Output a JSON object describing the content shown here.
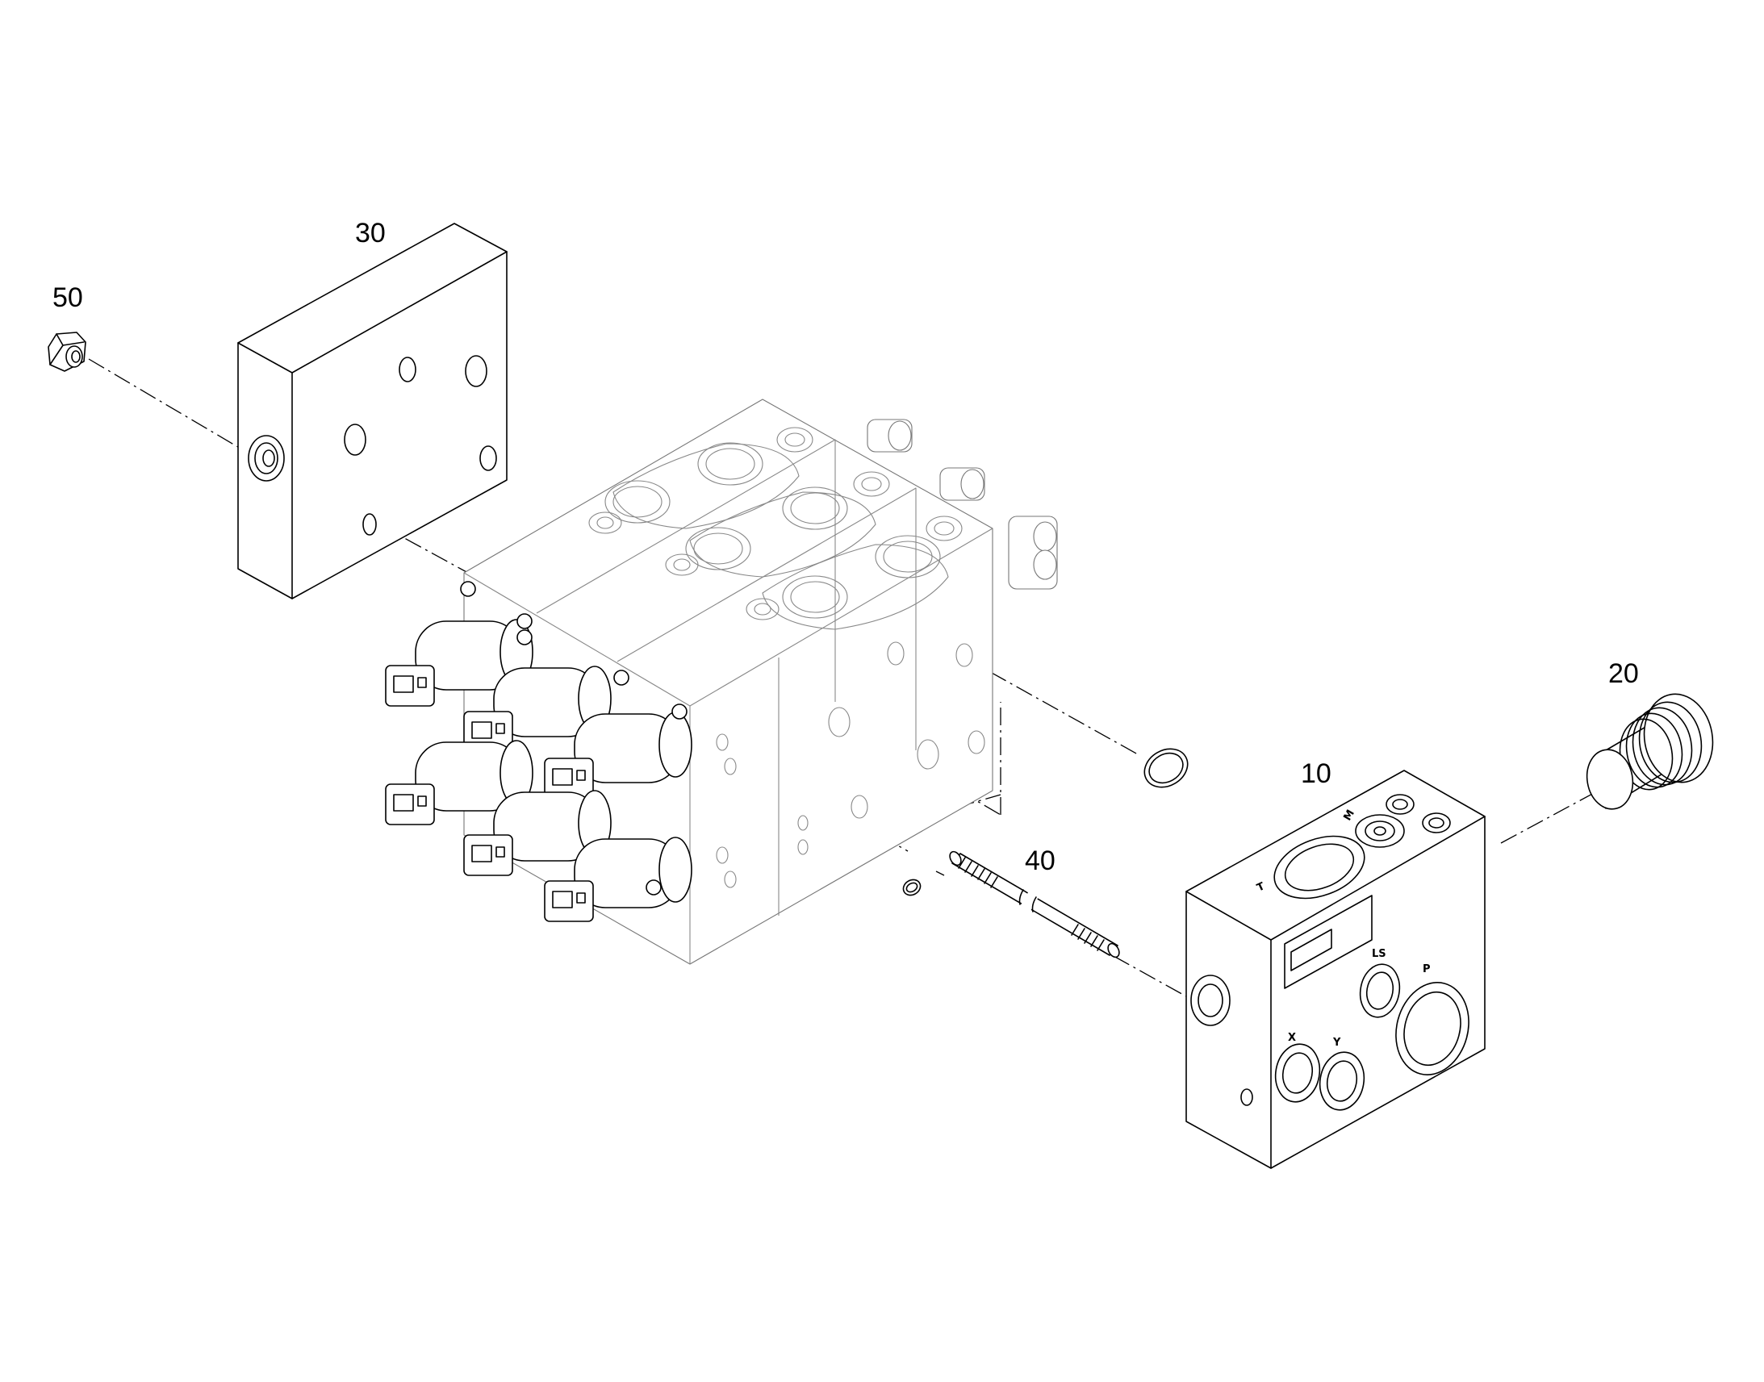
{
  "callouts": {
    "c10": "10",
    "c20": "20",
    "c30": "30",
    "c40": "40",
    "c50": "50"
  },
  "port_labels": {
    "t": "T",
    "m": "M",
    "x": "X",
    "y": "Y",
    "ls": "LS",
    "p": "P"
  }
}
